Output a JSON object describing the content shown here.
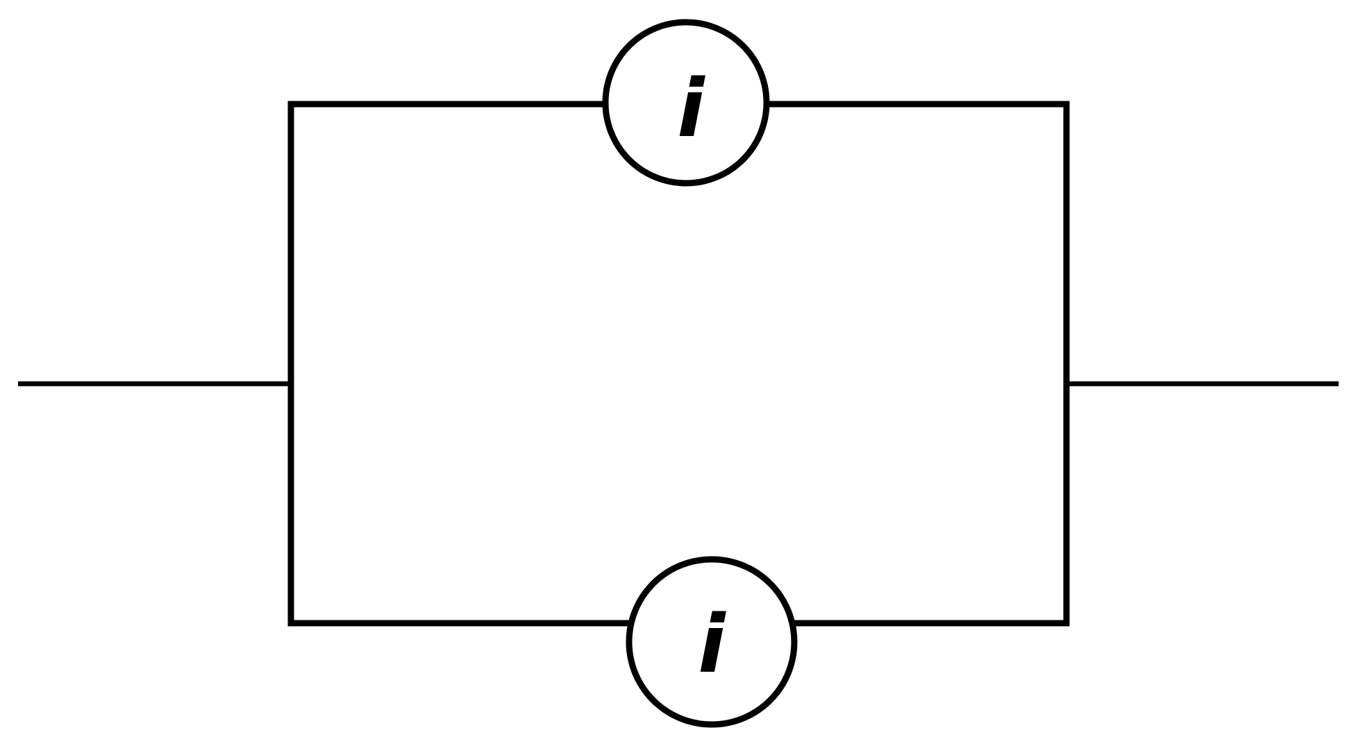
{
  "diagram": {
    "type": "circuit-schematic",
    "description": "Parallel circuit loop with two inline current meters",
    "background_color": "#ffffff",
    "line_color": "#000000",
    "meters": [
      {
        "label": "i",
        "position": "top-branch"
      },
      {
        "label": "i",
        "position": "bottom-branch"
      }
    ]
  }
}
